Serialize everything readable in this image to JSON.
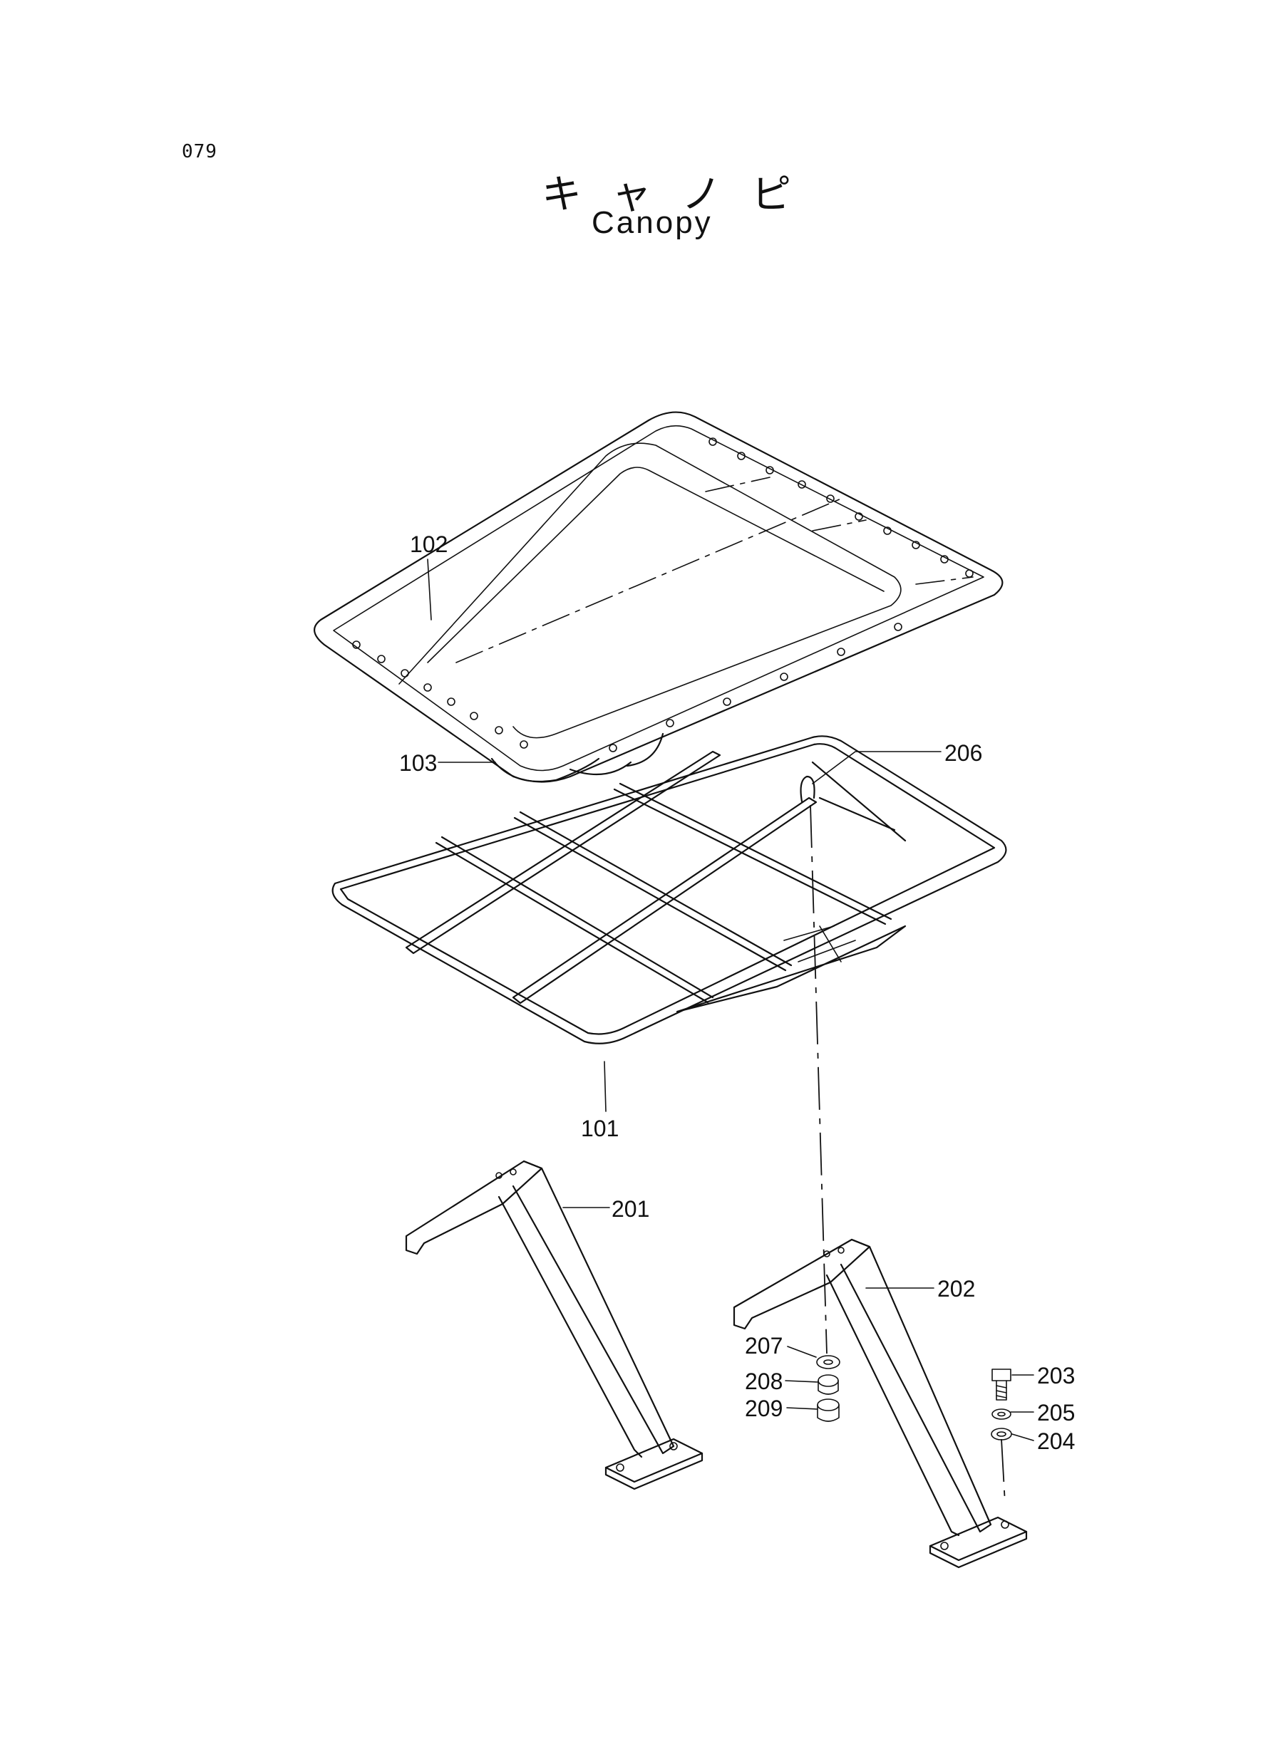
{
  "page": {
    "number": "079"
  },
  "title": {
    "japanese": "キャノピ",
    "english": "Canopy"
  },
  "callouts": {
    "p101": "101",
    "p102": "102",
    "p103": "103",
    "p201": "201",
    "p202": "202",
    "p203": "203",
    "p204": "204",
    "p205": "205",
    "p206": "206",
    "p207": "207",
    "p208": "208",
    "p209": "209"
  }
}
